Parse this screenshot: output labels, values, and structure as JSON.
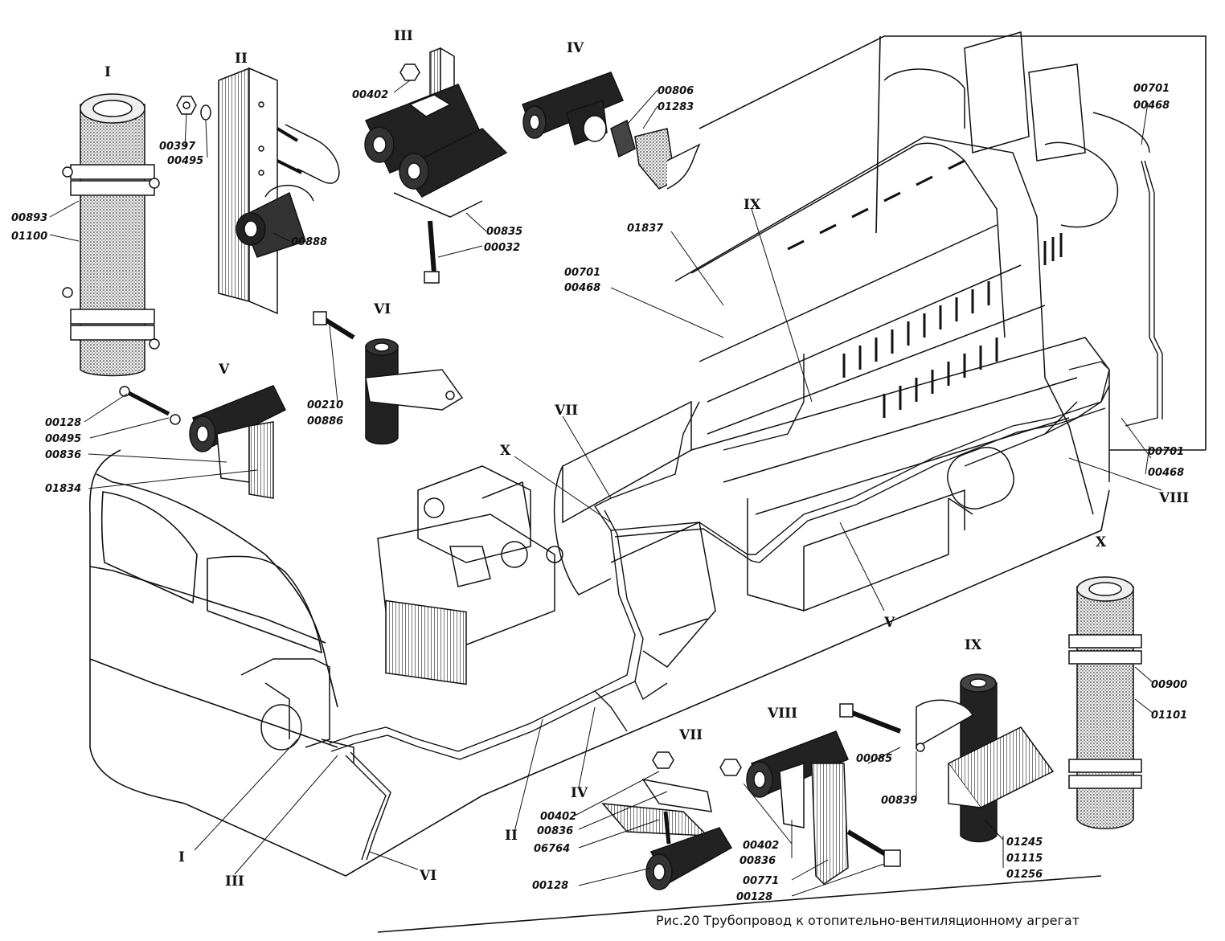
{
  "caption": "Рис.20 Трубопровод к отопительно-вентиляционному агрегат",
  "romans": {
    "d1": "I",
    "d2": "II",
    "d3": "III",
    "d4": "IV",
    "d5": "V",
    "d6": "VI",
    "d7": "VII",
    "d8": "VIII",
    "d9": "IX",
    "d10": "X",
    "m_i": "I",
    "m_ii": "II",
    "m_iii": "III",
    "m_iv": "IV",
    "m_v": "V",
    "m_vi": "VI",
    "m_vii": "VII",
    "m_viii": "VIII",
    "m_ix": "IX",
    "m_x": "X"
  },
  "parts": {
    "d1": [
      "00893",
      "01100",
      "00397",
      "00495"
    ],
    "d2": [
      "00888"
    ],
    "d3": [
      "00402",
      "00835",
      "00032"
    ],
    "d4": [
      "00806",
      "01283"
    ],
    "d5": [
      "00128",
      "00495",
      "00836",
      "01834"
    ],
    "d6": [
      "00210",
      "00886"
    ],
    "d7": [
      "00402",
      "00836",
      "06764",
      "00128"
    ],
    "d8": [
      "00402",
      "00836",
      "00771",
      "00128"
    ],
    "d9": [
      "00085",
      "00839",
      "01245",
      "01115",
      "01256"
    ],
    "d10": [
      "00900",
      "01101"
    ],
    "engine_top": [
      "01837",
      "00701",
      "00468"
    ],
    "engine_right": [
      "00701",
      "00468"
    ],
    "engine_top_right": [
      "00701",
      "00468"
    ]
  }
}
